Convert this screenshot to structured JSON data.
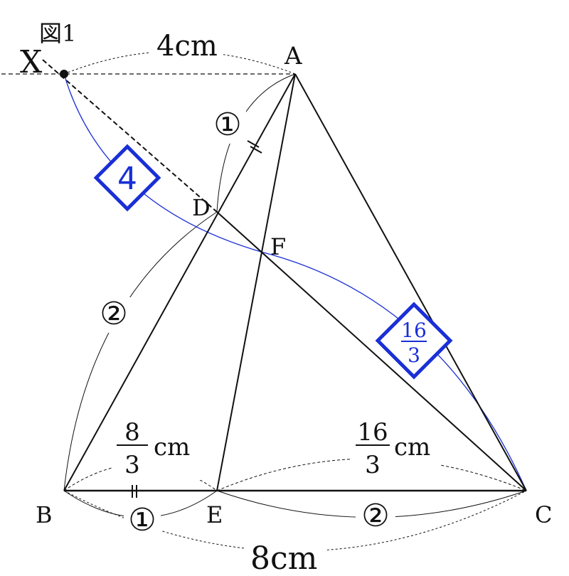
{
  "figure": {
    "caption": "図1",
    "colors": {
      "ink": "#111111",
      "accent": "#1a2fd6"
    }
  },
  "points": {
    "X": "X",
    "A": "A",
    "B": "B",
    "C": "C",
    "D": "D",
    "E": "E",
    "F": "F"
  },
  "lengths": {
    "xa": "4cm",
    "bc": "8cm",
    "be": {
      "num": "8",
      "den": "3",
      "unit": "cm"
    },
    "ec": {
      "num": "16",
      "den": "3",
      "unit": "cm"
    }
  },
  "ratios": {
    "ad": "①",
    "db": "②",
    "be": "①",
    "ec": "②"
  },
  "boxed_ratios": {
    "xf": "4",
    "fc": {
      "num": "16",
      "den": "3"
    }
  }
}
